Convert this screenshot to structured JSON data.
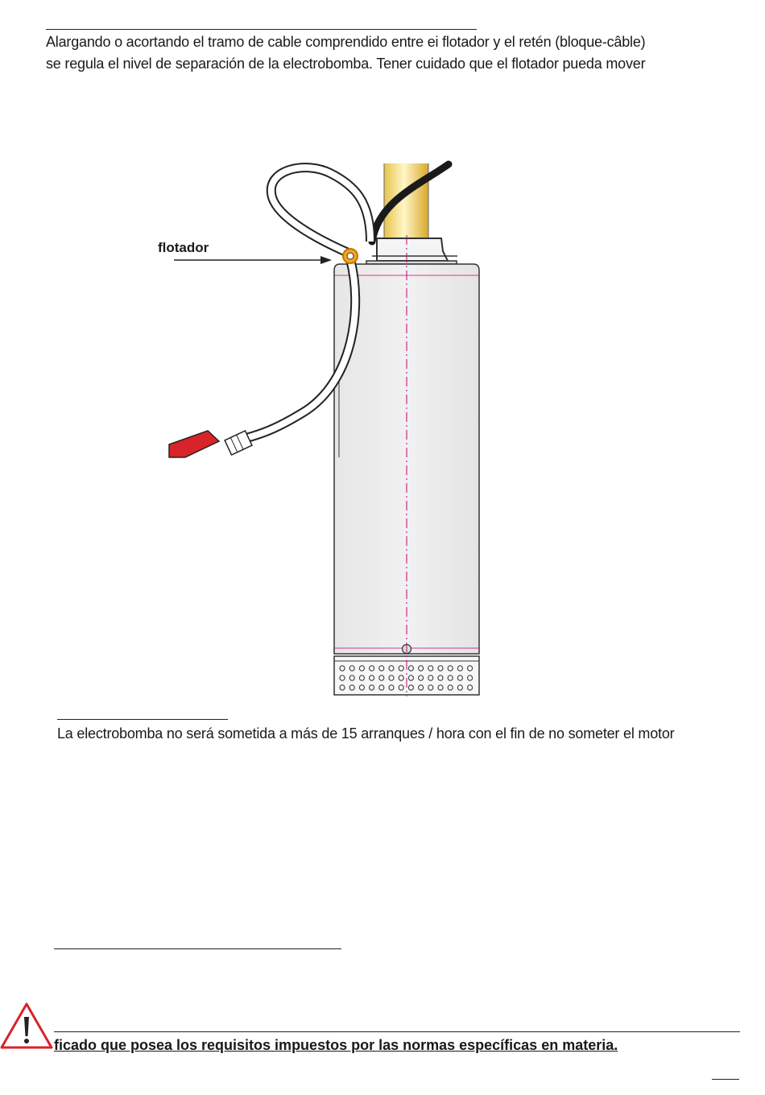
{
  "paragraphs": {
    "p1_line1": "Alargando o acortando el tramo de cable comprendido entre ei flotador y el retén (bloque-câble)",
    "p1_line2": "se regula el nivel de separación de la electrobomba. Tener cuidado que el flotador pueda mover",
    "p2_line1": "La electrobomba no será sometida a más de 15 arranques / hora con el fin de no someter el motor"
  },
  "figure": {
    "float_label": "flotador"
  },
  "warning": {
    "text": "ficado que posea los requisitos impuestos por las normas específicas en materia. ",
    "icon": "warning-triangle-icon"
  },
  "colors": {
    "float_ring": "#f5a623",
    "red_plug": "#d8232a",
    "pump_body": "#ececec",
    "axis_line": "#d0006f"
  }
}
